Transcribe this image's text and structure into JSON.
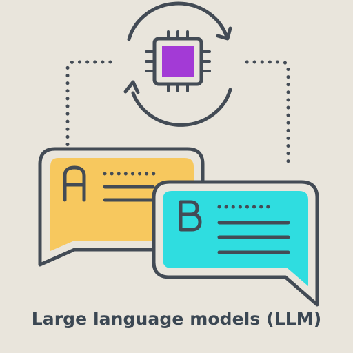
{
  "caption": "Large language models (LLM)",
  "bubbles": {
    "a": {
      "letter": "A"
    },
    "b": {
      "letter": "B"
    }
  },
  "icons": {
    "processor": "cpu-chip-icon",
    "cycle": "sync-arrows-icon"
  },
  "colors": {
    "background": "#e9e5dc",
    "outline": "#434b55",
    "bubble_a": "#f7c85e",
    "bubble_b": "#2fdde0",
    "chip": "#a33ad6"
  }
}
